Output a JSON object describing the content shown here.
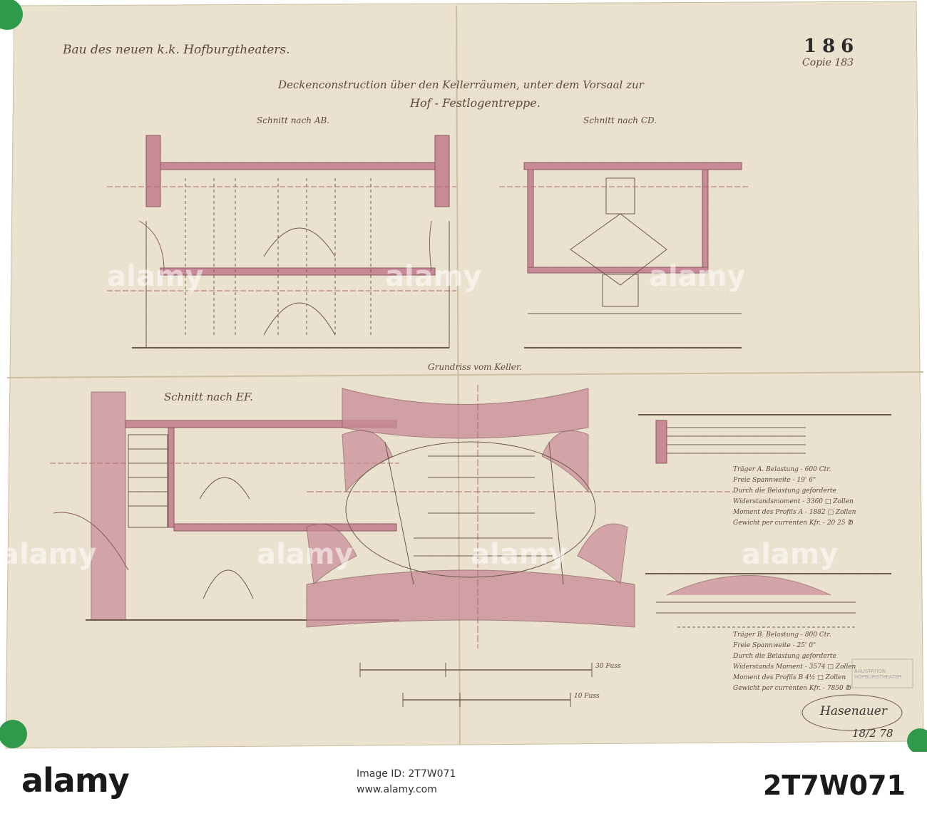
{
  "sheet": {
    "header_left": "Bau des neuen k.k. Hofburgtheaters.",
    "sheet_number": "186",
    "copy_label": "Copie 183",
    "title_line1": "Deckenconstruction über den Kellerräumen, unter dem Vorsaal zur",
    "title_line2": "Hof - Festlogentreppe.",
    "section_ab": "Schnitt nach AB.",
    "section_cd": "Schnitt nach CD.",
    "section_ef": "Schnitt nach EF.",
    "plan_label": "Grundriss vom Keller.",
    "note_a": [
      "Träger A. Belastung - 600 Ctr.",
      "Freie Spannweite - 19' 6\"",
      "Durch die Belastung geforderte",
      "Widerstandsmoment - 3360 □ Zollen",
      "Moment des Profils A - 1882 □ Zollen",
      "Gewicht per currenten Kfr. - 20 25 ℔"
    ],
    "note_b": [
      "Träger B. Belastung - 800 Ctr.",
      "Freie Spannweite - 25' 0\"",
      "Durch die Belastung geforderte",
      "Widerstands Moment - 3574 □ Zollen",
      "Moment des Profils B 4½ □ Zollen",
      "Gewicht per currenten Kfr. - 7850 ℔"
    ],
    "signature": "Hasenauer",
    "date": "18/2 78",
    "scale_label_1": "30 Fuss",
    "scale_label_2": "10 Fuss",
    "archive_stamp": "BAUSTATION HOFBURGTHEATER"
  },
  "stock": {
    "logo": "alamy",
    "watermark": "alamy",
    "image_id_line": "Image ID: 2T7W071",
    "url_line": "www.alamy.com",
    "code": "2T7W071"
  }
}
